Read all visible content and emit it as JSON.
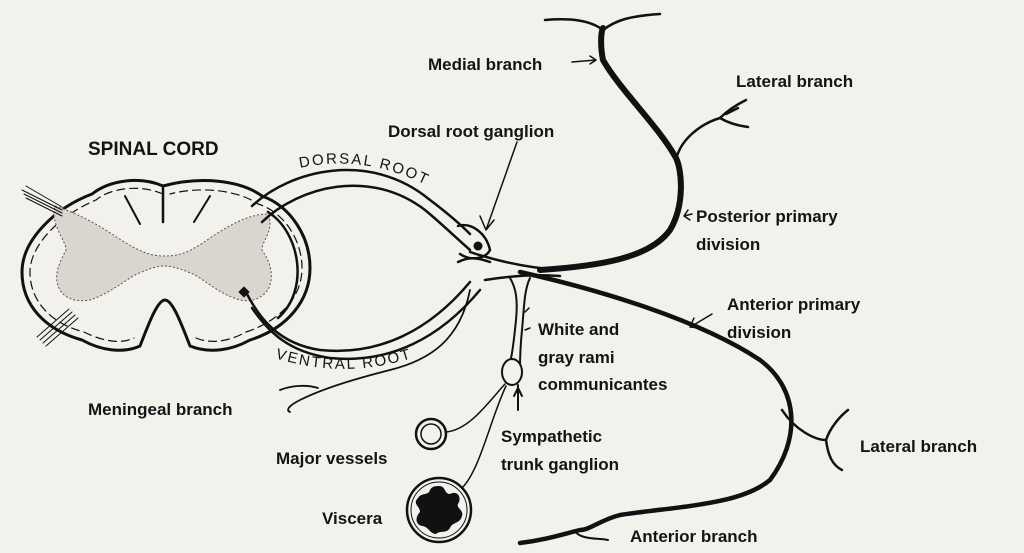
{
  "figure": {
    "subject": "Spinal nerve anatomy",
    "background_color": "#f3f1ec",
    "ink_color": "#141414"
  },
  "labels": {
    "spinal_cord": "SPINAL CORD",
    "dorsal_root": "DORSAL ROOT",
    "ventral_root": "VENTRAL ROOT",
    "dorsal_root_ganglion": "Dorsal root ganglion",
    "medial_branch": "Medial branch",
    "lateral_branch_posterior": "Lateral branch",
    "posterior_primary_division": [
      "Posterior primary",
      "division"
    ],
    "anterior_primary_division": [
      "Anterior primary",
      "division"
    ],
    "white_gray_rami": [
      "White and",
      "gray rami",
      "communicantes"
    ],
    "sympathetic_trunk_ganglion": [
      "Sympathetic",
      "trunk ganglion"
    ],
    "meningeal_branch": "Meningeal branch",
    "major_vessels": "Major vessels",
    "viscera": "Viscera",
    "lateral_branch_anterior": "Lateral branch",
    "anterior_branch": "Anterior branch"
  }
}
